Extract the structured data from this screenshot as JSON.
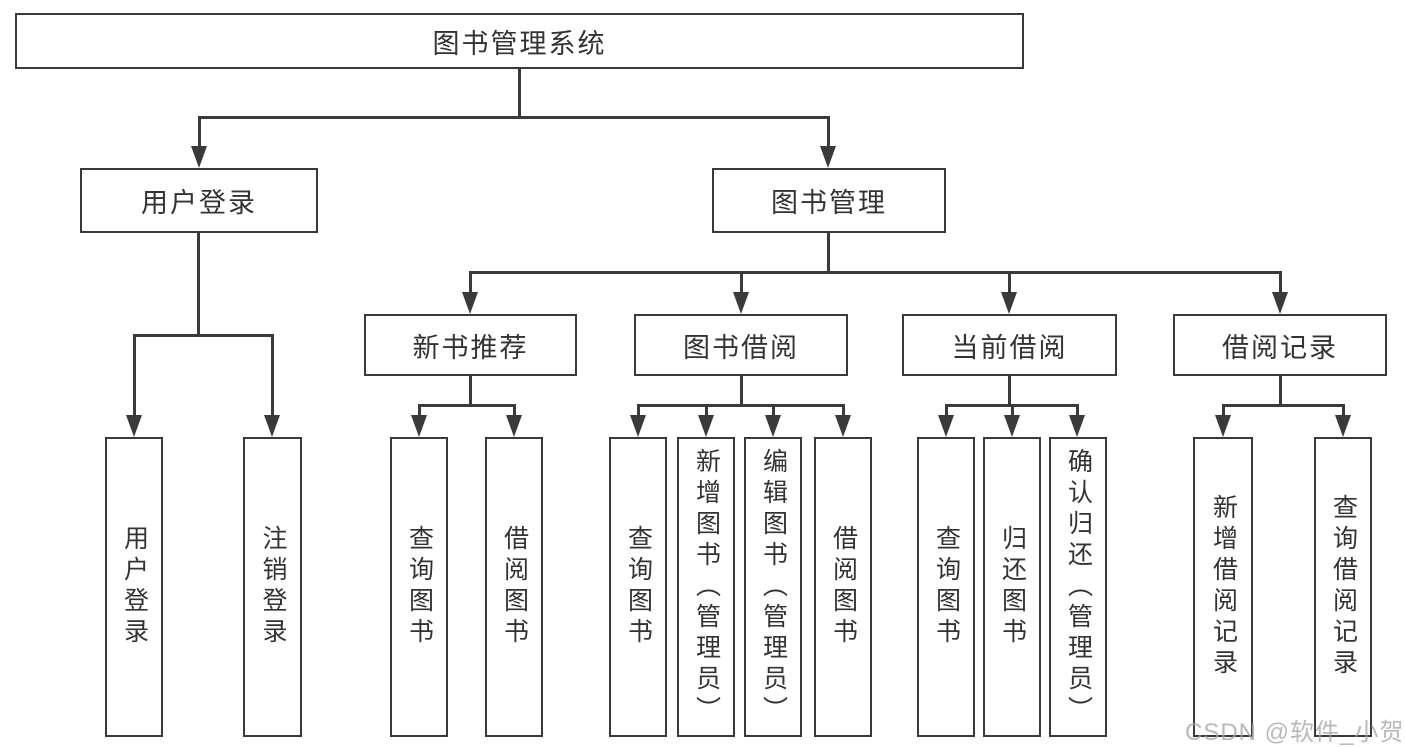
{
  "diagram": {
    "title": "图书管理系统",
    "branches": [
      {
        "label": "用户登录",
        "children": [
          {
            "label": "用户登录"
          },
          {
            "label": "注销登录"
          }
        ]
      },
      {
        "label": "图书管理",
        "children": [
          {
            "label": "新书推荐",
            "children": [
              {
                "label": "查询图书"
              },
              {
                "label": "借阅图书"
              }
            ]
          },
          {
            "label": "图书借阅",
            "children": [
              {
                "label": "查询图书"
              },
              {
                "label": "新增图书（管理员）"
              },
              {
                "label": "编辑图书（管理员）"
              },
              {
                "label": "借阅图书"
              }
            ]
          },
          {
            "label": "当前借阅",
            "children": [
              {
                "label": "查询图书"
              },
              {
                "label": "归还图书"
              },
              {
                "label": "确认归还（管理员）"
              }
            ]
          },
          {
            "label": "借阅记录",
            "children": [
              {
                "label": "新增借阅记录"
              },
              {
                "label": "查询借阅记录"
              }
            ]
          }
        ]
      }
    ]
  },
  "watermark": {
    "text": "CSDN @软件_小贺同学"
  },
  "colors": {
    "line": "#3a3a3a",
    "text": "#333333",
    "box_fill": "#ffffff",
    "background": "#ffffff",
    "watermark": "#a8a8a8"
  }
}
